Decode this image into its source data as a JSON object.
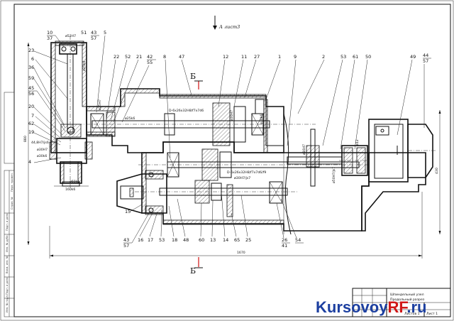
{
  "view": {
    "top_marker": "А лист3",
    "section_top": "Б",
    "section_bottom": "Б"
  },
  "callouts_top": [
    "10",
    "37",
    "51",
    "43",
    "57",
    "5",
    "22",
    "52",
    "21",
    "42",
    "55",
    "8",
    "47",
    "12",
    "11",
    "27",
    "1",
    "9",
    "2",
    "53",
    "61",
    "50",
    "49",
    "44",
    "57"
  ],
  "callouts_left": [
    "23",
    "6",
    "36",
    "59",
    "45",
    "56",
    "20",
    "7",
    "62",
    "19",
    "4"
  ],
  "callouts_bottom": [
    "15",
    "43",
    "57",
    "16",
    "17",
    "53",
    "18",
    "48",
    "60",
    "13",
    "14",
    "65",
    "25",
    "26",
    "41",
    "54"
  ],
  "fits": {
    "f1": "ø52H7",
    "f2": "ø25k6",
    "f3": "ø25H7",
    "f4": "ø25k6",
    "f5": "D-6x26x32H8/f7x7d6",
    "f6": "ø30H7",
    "f7": "ø30k6",
    "f8": "D-6x26x32H8/f7x7d6/f9",
    "f9": "ø30H7/js7",
    "f10": "44,8H7/js6",
    "f11": "ø30H7",
    "f12": "ø30k6",
    "f13": "ø60k6",
    "f14": "ø50H7/js7",
    "f15": "ø16H7",
    "f16": "ø12"
  },
  "dimensions": {
    "width_total": "1670",
    "height_left": "880",
    "height_right": "430",
    "left_box_width": "160k6"
  },
  "title_block": {
    "title": "Шпиндельный узел",
    "subtitle": "Продольный разрез",
    "sheet": "Лист 1",
    "sheets": "Листов 1"
  },
  "watermark": {
    "main": "KursovoyRF",
    "accent": "RF",
    "tld": ".ru"
  },
  "side_stamp": [
    "Перв. примен.",
    "Справ. №",
    "Подп. и дата",
    "Инв. № дубл.",
    "Взам. инв. №",
    "Подп. и дата",
    "Инв. № подл."
  ]
}
